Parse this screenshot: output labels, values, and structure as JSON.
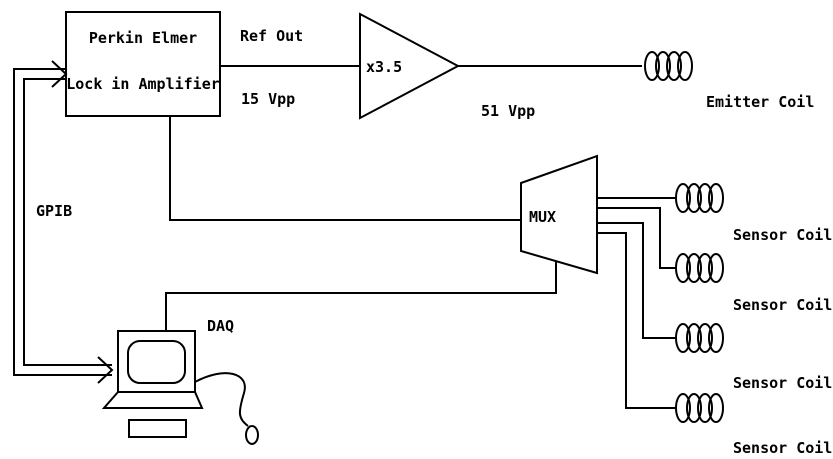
{
  "lock_in": {
    "line1": "Perkin Elmer",
    "line2": "Lock in Amplifier"
  },
  "ref_out": "Ref Out",
  "v_in": "15 Vpp",
  "amp_gain": "x3.5",
  "v_out": "51 Vpp",
  "emitter": "Emitter Coil",
  "gpib": "GPIB",
  "mux": "MUX",
  "daq": "DAQ",
  "sensors": [
    "Sensor Coil",
    "Sensor Coil",
    "Sensor Coil",
    "Sensor Coil"
  ]
}
